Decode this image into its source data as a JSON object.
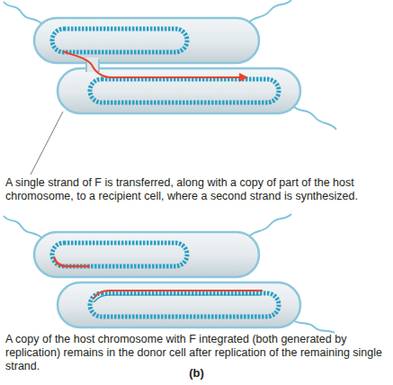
{
  "diagram": {
    "labels": [
      "A single strand of F is transferred, along with a copy of part of the host chromosome, to a recipient cell, where a second strand is synthesized.",
      "A copy of the host chromosome with F integrated (both generated by replication) remains in the donor cell after replication of the remaining single strand.",
      "(b)"
    ]
  }
}
